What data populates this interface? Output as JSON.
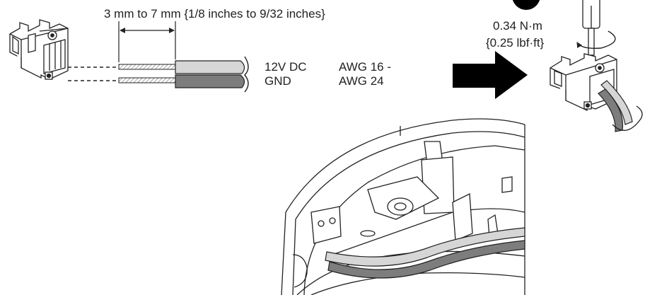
{
  "strip_length": "3 mm to 7 mm {1/8 inches to 9/32 inches}",
  "wires": {
    "power": "12V DC",
    "ground": "GND"
  },
  "gauge": {
    "line1": "AWG 16 -",
    "line2": "AWG 24"
  },
  "torque": {
    "metric": "0.34 N·m",
    "imperial": "{0.25 lbf·ft}"
  }
}
